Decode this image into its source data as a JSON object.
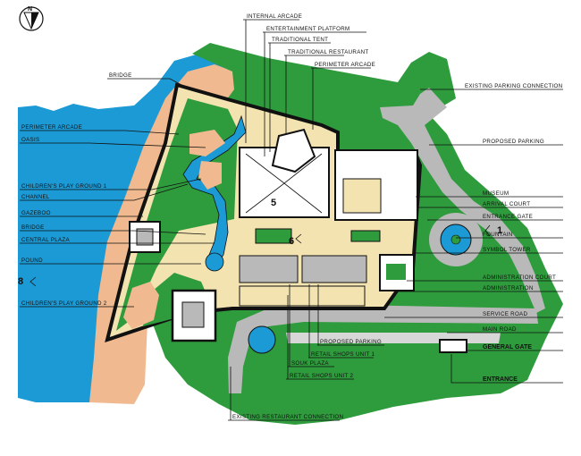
{
  "compass": {
    "letter": "N"
  },
  "colors": {
    "water": "#1b9ad6",
    "sand": "#f0b98f",
    "grass": "#2e9b3c",
    "road": "#b9b9b9",
    "plaza": "#f3e3b0",
    "walls": "#1a1a1a"
  },
  "labels": {
    "internal_arcade": "INTERNAL ARCADE",
    "entertainment_platform": "ENTERTAINMENT PLATFORM",
    "traditional_tent": "TRADITIONAL TENT",
    "traditional_restaurant": "TRADITIONAL RESTAURANT",
    "perimeter_arcade_top": "PERIMETER ARCADE",
    "bridge_top": "BRIDGE",
    "existing_parking_connection": "EXISTING PARKING CONNECTION",
    "perimeter_arcade_left": "PERIMETER ARCADE",
    "oasis": "OASIS",
    "proposed_parking_top": "PROPOSED PARKING",
    "childrens_play_ground_1": "CHILDREN'S PLAY GROUND 1",
    "channel": "CHANNEL",
    "museum": "MUSEUM",
    "arrival_court": "ARRIVAL COURT",
    "gazeboo": "GAZEBOO",
    "entrance_gate": "ENTRANCE GATE",
    "bridge_mid": "BRIDGE",
    "central_plaza": "CENTRAL PLAZA",
    "fountain": "FOUNTAIN",
    "symbol_tower": "SYMBOL TOWER",
    "pound": "POUND",
    "administration_court": "ADMINISTRATION COURT",
    "administration": "ADMINISTRATION",
    "childrens_play_ground_2": "CHILDREN'S PLAY GROUND 2",
    "service_road": "SERVICE ROAD",
    "main_road": "MAIN ROAD",
    "proposed_parking_bottom": "PROPOSED PARKING",
    "general_gate": "GENERAL GATE",
    "retail_shops_unit_1": "RETAIL SHOPS UNIT 1",
    "souk_plaza": "SOUK PLAZA",
    "entrance": "ENTRANCE",
    "retail_shops_unit_2": "RETAIL SHOPS UNIT 2",
    "existing_restaurant_connection": "EXISTING RESTAURANT CONNECTION"
  },
  "section_marks": {
    "m1": "1",
    "m5": "5",
    "m6": "6",
    "m8": "8"
  }
}
